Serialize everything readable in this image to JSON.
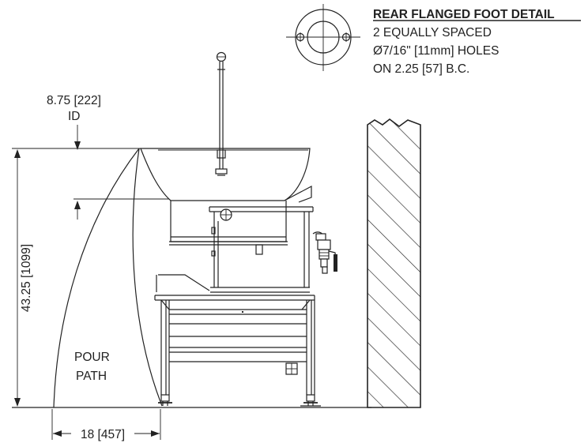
{
  "detail": {
    "title": "REAR FLANGED FOOT DETAIL",
    "line1": "2 EQUALLY SPACED",
    "line2": "Ø7/16\" [11mm] HOLES",
    "line3": "ON 2.25 [57] B.C."
  },
  "dimensions": {
    "id_value": "8.75 [222]",
    "id_label": "ID",
    "height": "43.25 [1099]",
    "depth": "18 [457]"
  },
  "pour_path": {
    "line1": "POUR",
    "line2": "PATH"
  }
}
